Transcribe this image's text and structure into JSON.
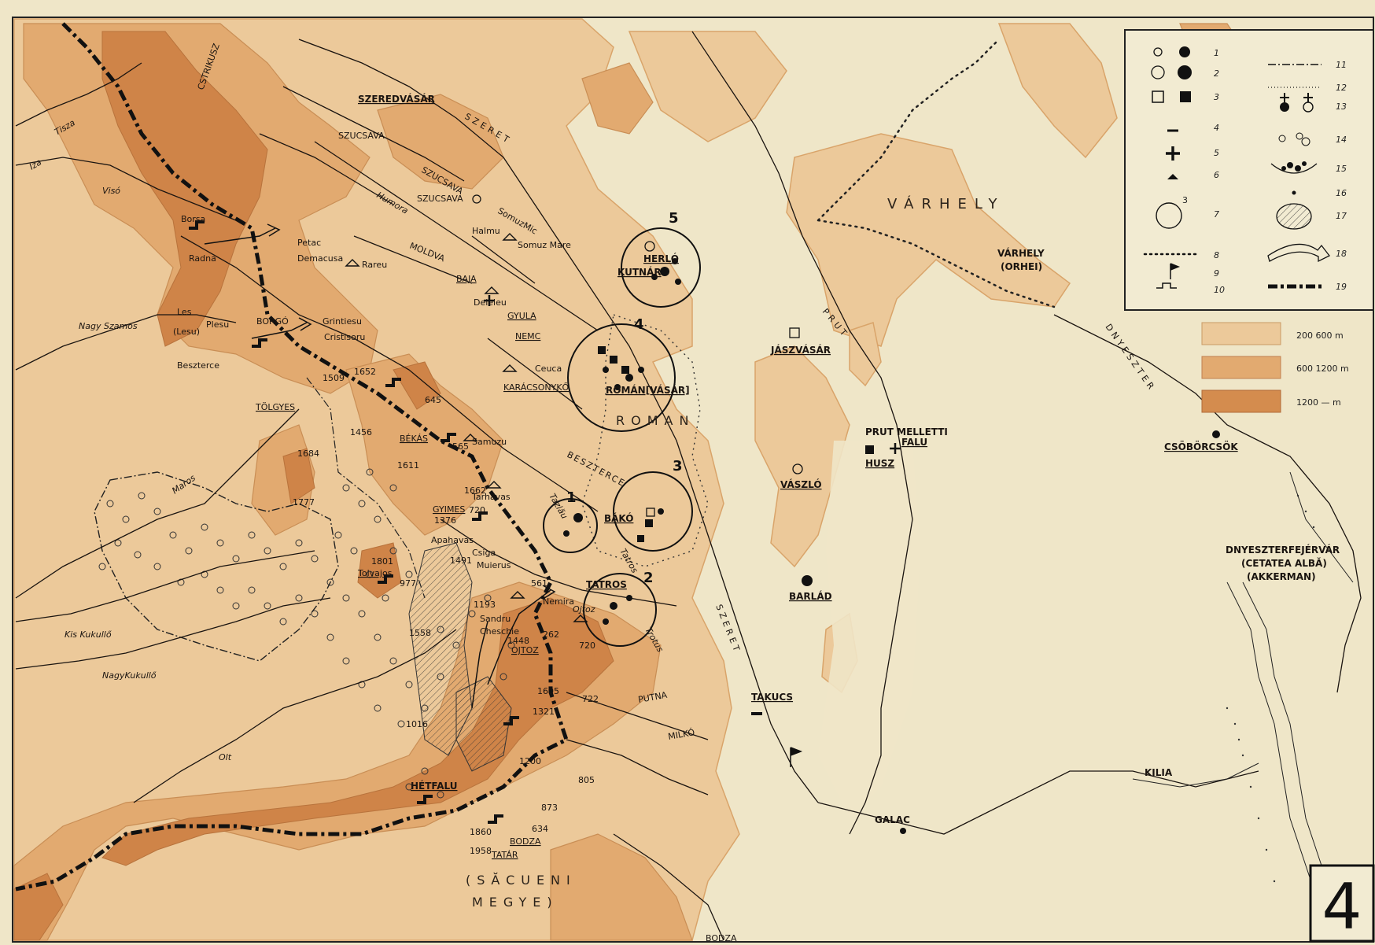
{
  "map": {
    "plate_number": "4",
    "regions": {
      "varhely": "VÁRHELY",
      "roman": "ROMAN",
      "sacueni_1": "(SĂCUENI",
      "sacueni_2": "MEGYE)"
    },
    "towns": {
      "szeredvasar": "SZEREDVÁSÁR",
      "szucsava": "SZUCSAVA",
      "szucsava_small": "SZUCSAVA",
      "herlo": "HERLÓ",
      "kutnar": "KUTNÁR",
      "baja": "BAJA",
      "gyula": "GYULA",
      "nemc": "NEMC",
      "karacsonyko": "KARÁCSONYKŐ",
      "roman_vasar": "ROMÁN[VÁSÁR]",
      "jaszvasar": "JÁSZVÁSÁR",
      "prut_meletti": "PRUT MELLETTI",
      "falu": "FALU",
      "husz": "HUSZ",
      "vaszlo": "VÁSZLÓ",
      "bako": "BÁKÓ",
      "tatros": "TATROS",
      "barlad": "BARLÁD",
      "takucs": "TAKUCS",
      "galac": "GALAC",
      "kilia": "KILIA",
      "csoborcsok": "CSÖBÖRCSÖK",
      "varhely_town": "VÁRHELY",
      "orhei": "(ORHEI)",
      "dnyeszterfejervar": "DNYESZTERFEJÉRVÁR",
      "cetatea": "(CETATEA ALBĂ)",
      "akkerman": "(AKKERMAN)",
      "tolgyes": "TÖLGYES",
      "bekas": "BÉKÁS",
      "gyimes": "GYIMES",
      "ojtoz": "OJTOZ",
      "hetfalu": "HÉTFALU",
      "bodza_town": "BODZA",
      "tatar": "TATÁR",
      "borgo": "BORGÓ",
      "beszterce": "Beszterce",
      "borsa": "Borsa",
      "radna": "Radna"
    },
    "rivers": {
      "szeret_1": "SZERET",
      "szeret_2": "SZERET",
      "prut": "PRUT",
      "dnyeszter": "DNYESZTER",
      "beszterce": "BESZTERCE",
      "moldva": "MOLDVA",
      "putna": "PUTNA",
      "milko": "MILKÓ",
      "bodza": "BODZA",
      "olt": "Olt",
      "kis_kukullo": "Kis Kukullő",
      "nagy_kukullo": "NagyKukullő",
      "nagy_szamos": "Nagy Szamos",
      "maros": "Maros",
      "tisza": "Tisza",
      "viso": "Visó",
      "iza": "Iza",
      "csiriusz": "CSTRIKUSZ",
      "humora": "Humora",
      "szucsava_r": "SZUCSAVA",
      "tatros_r": "Tatros",
      "trotus": "Trotus",
      "tazlau": "Tazlău",
      "ojtoz_r": "Ojtoz"
    },
    "peaks": {
      "petac": "Petac",
      "demacusa": "Demacusa",
      "rareu": "Rareu",
      "grintiesu": "Grintiesu",
      "cristisoru": "Cristisoru",
      "les": "Les",
      "lesu": "(Lesu)",
      "plesu": "Plesu",
      "deleleu": "Deleleu",
      "ceuca": "Ceuca",
      "samuzu": "Samuzu",
      "muierus": "Muierus",
      "nemira": "Nemira",
      "sandru": "Sandru",
      "cheschie": "Cheschie",
      "tolvajos": "Tolvajos",
      "halmu": "Halmu",
      "somuzmare": "Somuz Mare",
      "somuzmic": "SomuzMic",
      "tarhavas": "Tarhavas",
      "apahavas": "Apahavas",
      "csiga": "Csiga"
    },
    "heights": {
      "h1509": "1509",
      "h1652": "1652",
      "h645": "645",
      "h1456": "1456",
      "h565": "565",
      "h1684": "1684",
      "h1611": "1611",
      "h1777": "1777",
      "h1662": "1662",
      "h720a": "720",
      "h1376": "1376",
      "h1491": "1491",
      "h1801": "1801",
      "h977": "977",
      "h561": "561",
      "h1193": "1193",
      "h1558": "1558",
      "h262": "262",
      "h1448": "1448",
      "h720b": "720",
      "h1605": "1605",
      "h722": "722",
      "h1321": "1321",
      "h1016": "1016",
      "h1200": "1200",
      "h805": "805",
      "h873": "873",
      "h1860": "1860",
      "h1958": "1958",
      "h634": "634"
    },
    "circle_numbers": [
      "1",
      "2",
      "3",
      "4",
      "5"
    ],
    "legend_numbers": [
      "1",
      "2",
      "3",
      "4",
      "5",
      "6",
      "7",
      "8",
      "9",
      "10",
      "11",
      "12",
      "13",
      "14",
      "15",
      "16",
      "17",
      "18",
      "19"
    ],
    "legend_circle_num": "3",
    "elevation_legend": [
      {
        "label": "200 600 m",
        "color": "#ecc99a"
      },
      {
        "label": "600 1200 m",
        "color": "#e2aa70"
      },
      {
        "label": "1200 — m",
        "color": "#d48c4e"
      }
    ],
    "colors": {
      "paper": "#efe6c8",
      "elev_low": "#ecc99a",
      "elev_mid": "#e2aa70",
      "elev_high": "#cf8448",
      "ink": "#1a1410"
    },
    "icons": [
      "hill-outline-icon",
      "settlement-circle-icon",
      "square-symbol-icon",
      "cross-symbol-icon",
      "flag-icon",
      "arrow-icon"
    ]
  }
}
